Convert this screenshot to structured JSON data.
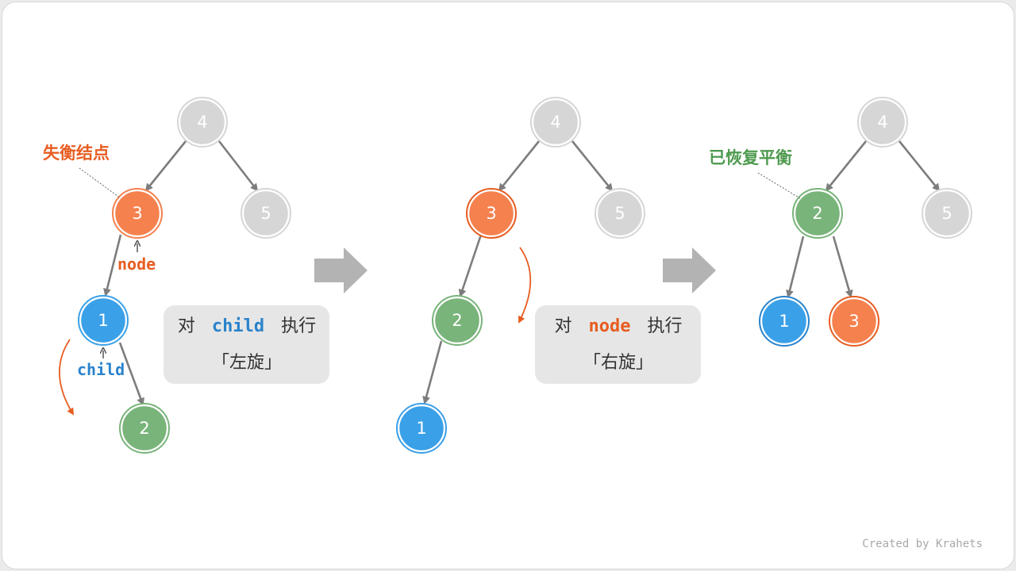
{
  "colors": {
    "gray_node": "#d6d6d6",
    "orange_node": "#f5814e",
    "blue_node": "#3aa0e8",
    "green_node": "#79b47a",
    "accent_orange": "#e75d21",
    "accent_blue": "#2a83cc",
    "accent_green": "#4e9a4f",
    "edge": "#7d7d7d",
    "arrow": "#b3b3b3"
  },
  "stages": [
    {
      "annotation": "失衡结点",
      "nodes": [
        {
          "id": "s1-n4",
          "label": "4",
          "color": "gray"
        },
        {
          "id": "s1-n3",
          "label": "3",
          "color": "orange"
        },
        {
          "id": "s1-n5",
          "label": "5",
          "color": "gray"
        },
        {
          "id": "s1-n1",
          "label": "1",
          "color": "blue"
        },
        {
          "id": "s1-n2",
          "label": "2",
          "color": "green"
        }
      ],
      "pointers": {
        "node": "node",
        "child": "child"
      }
    },
    {
      "nodes": [
        {
          "id": "s2-n4",
          "label": "4",
          "color": "gray"
        },
        {
          "id": "s2-n3",
          "label": "3",
          "color": "orange"
        },
        {
          "id": "s2-n5",
          "label": "5",
          "color": "gray"
        },
        {
          "id": "s2-n2",
          "label": "2",
          "color": "green"
        },
        {
          "id": "s2-n1",
          "label": "1",
          "color": "blue"
        }
      ]
    },
    {
      "annotation": "已恢复平衡",
      "nodes": [
        {
          "id": "s3-n4",
          "label": "4",
          "color": "gray"
        },
        {
          "id": "s3-n2",
          "label": "2",
          "color": "green"
        },
        {
          "id": "s3-n5",
          "label": "5",
          "color": "gray"
        },
        {
          "id": "s3-n1",
          "label": "1",
          "color": "blue"
        },
        {
          "id": "s3-n3",
          "label": "3",
          "color": "orange"
        }
      ]
    }
  ],
  "steps": [
    {
      "prefix": "对",
      "target": "child",
      "suffix": "执行",
      "operation": "「左旋」"
    },
    {
      "prefix": "对",
      "target": "node",
      "suffix": "执行",
      "operation": "「右旋」"
    }
  ],
  "credit": "Created by Krahets"
}
